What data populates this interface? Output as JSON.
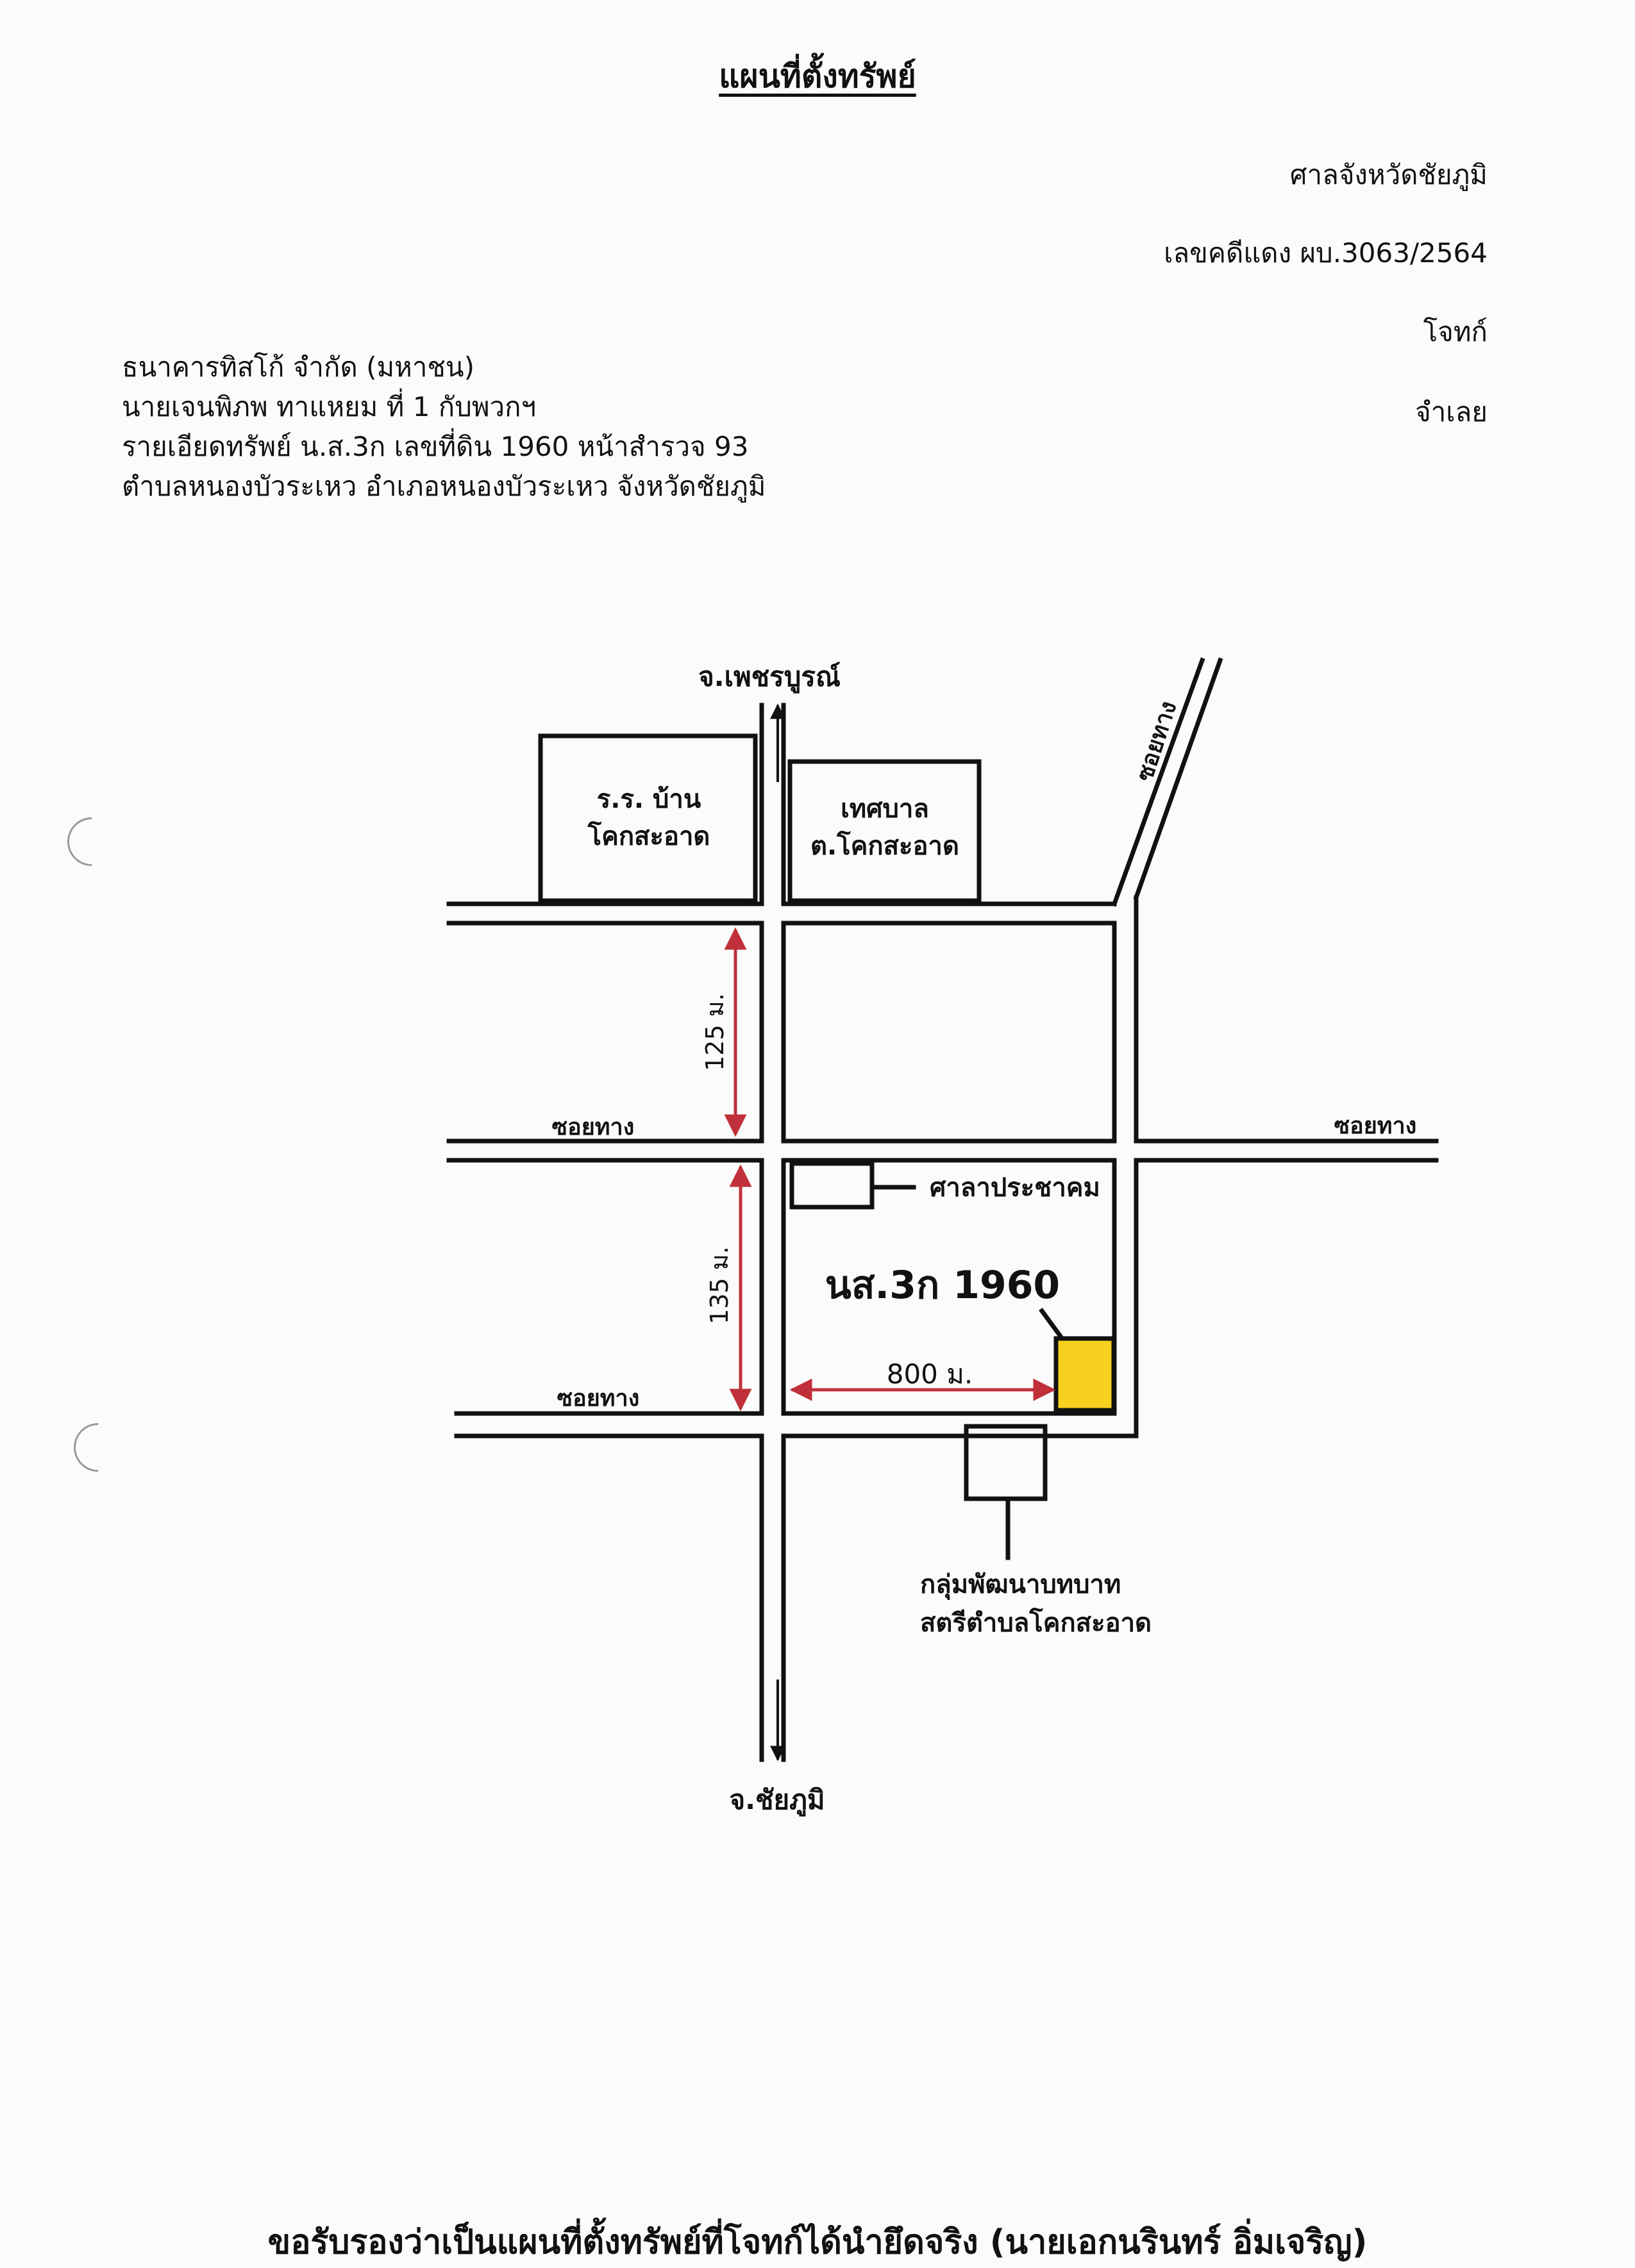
{
  "header": {
    "title": "แผนที่ตั้งทรัพย์",
    "court": "ศาลจังหวัดชัยภูมิ",
    "case_number": "เลขคดีแดง ผบ.3063/2564",
    "plaintiff_label": "โจทก์",
    "defendant_label": "จำเลย"
  },
  "parties": {
    "plaintiff_name": "ธนาคารทิสโก้ จำกัด (มหาชน)",
    "defendant_name": "นายเจนพิภพ  ทาแหยม  ที่ 1 กับพวกฯ",
    "property_detail": "รายเอียดทรัพย์ น.ส.3ก เลขที่ดิน 1960 หน้าสำรวจ 93",
    "location": "ตำบลหนองบัวระเหว  อำเภอหนองบัวระเหว  จังหวัดชัยภูมิ"
  },
  "map": {
    "north_label": "จ.เพชรบูรณ์",
    "south_label": "จ.ชัยภูมิ",
    "ne_road_label": "ซอยทาง",
    "road_left_mid": "ซอยทาง",
    "road_right_mid": "ซอยทาง",
    "road_left_low": "ซอยทาง",
    "school_line1": "ร.ร. บ้าน",
    "school_line2": "โคกสะอาด",
    "municipality_line1": "เทศบาล",
    "municipality_line2": "ต.โคกสะอาด",
    "hall_label": "ศาลาประชาคม",
    "parcel_label": "นส.3ก 1960",
    "dist_125": "125 ม.",
    "dist_135": "135 ม.",
    "dist_800": "800 ม.",
    "group_line1": "กลุ่มพัฒนาบทบาท",
    "group_line2": "สตรีตำบลโคกสะอาด",
    "parcel_color": "#f7d020",
    "arrow_color": "#c0303a"
  },
  "footer": {
    "certification": "ขอรับรองว่าเป็นแผนที่ตั้งทรัพย์ที่โจทก์ได้นำยึดจริง (นายเอกนรินทร์ อิ่มเจริญ)"
  }
}
